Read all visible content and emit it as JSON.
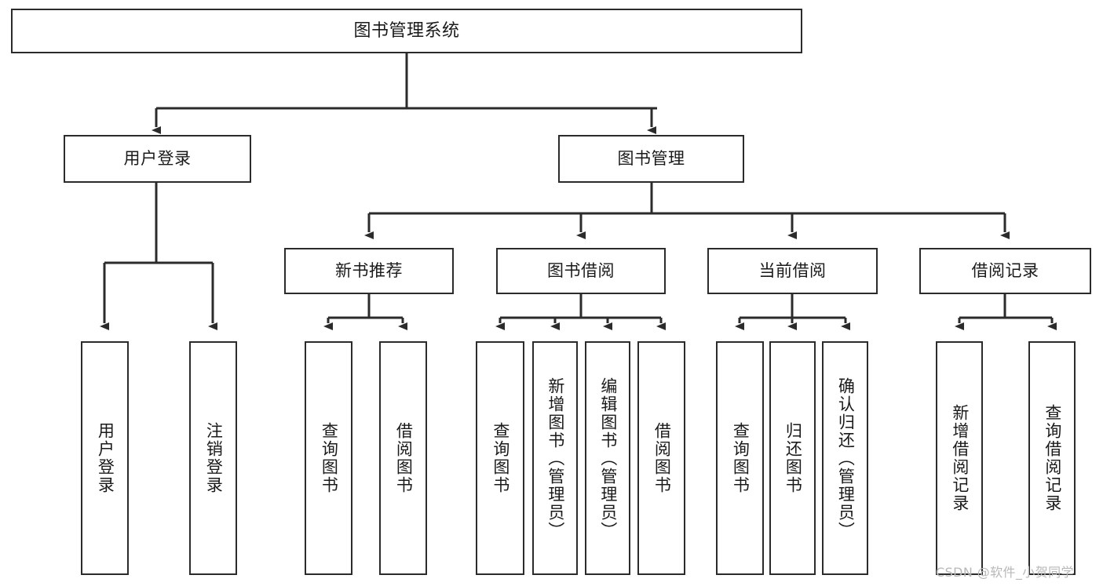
{
  "diagram": {
    "title": "图书管理系统",
    "type": "hierarchy-tree",
    "colors": {
      "background": "#ffffff",
      "box_border": "#2b2b2b",
      "box_fill": "#ffffff",
      "edge": "#2b2b2b",
      "text": "#1a1a1a",
      "watermark": "#b8b8b8"
    },
    "root": {
      "label": "图书管理系统"
    },
    "level2": [
      {
        "label": "用户登录"
      },
      {
        "label": "图书管理"
      }
    ],
    "level3": [
      {
        "label": "新书推荐"
      },
      {
        "label": "图书借阅"
      },
      {
        "label": "当前借阅"
      },
      {
        "label": "借阅记录"
      }
    ],
    "leaves": {
      "user_login": [
        {
          "label": "用户登录"
        },
        {
          "label": "注销登录"
        }
      ],
      "new_book": [
        {
          "label": "查询图书"
        },
        {
          "label": "借阅图书"
        }
      ],
      "book_borrow": [
        {
          "label": "查询图书"
        },
        {
          "label": "新增图书（管理员）"
        },
        {
          "label": "编辑图书（管理员）"
        },
        {
          "label": "借阅图书"
        }
      ],
      "current_borrow": [
        {
          "label": "查询图书"
        },
        {
          "label": "归还图书"
        },
        {
          "label": "确认归还（管理员）"
        }
      ],
      "borrow_record": [
        {
          "label": "新增借阅记录"
        },
        {
          "label": "查询借阅记录"
        }
      ]
    }
  },
  "watermark": {
    "text": "CSDN @软件_小贺同学"
  }
}
